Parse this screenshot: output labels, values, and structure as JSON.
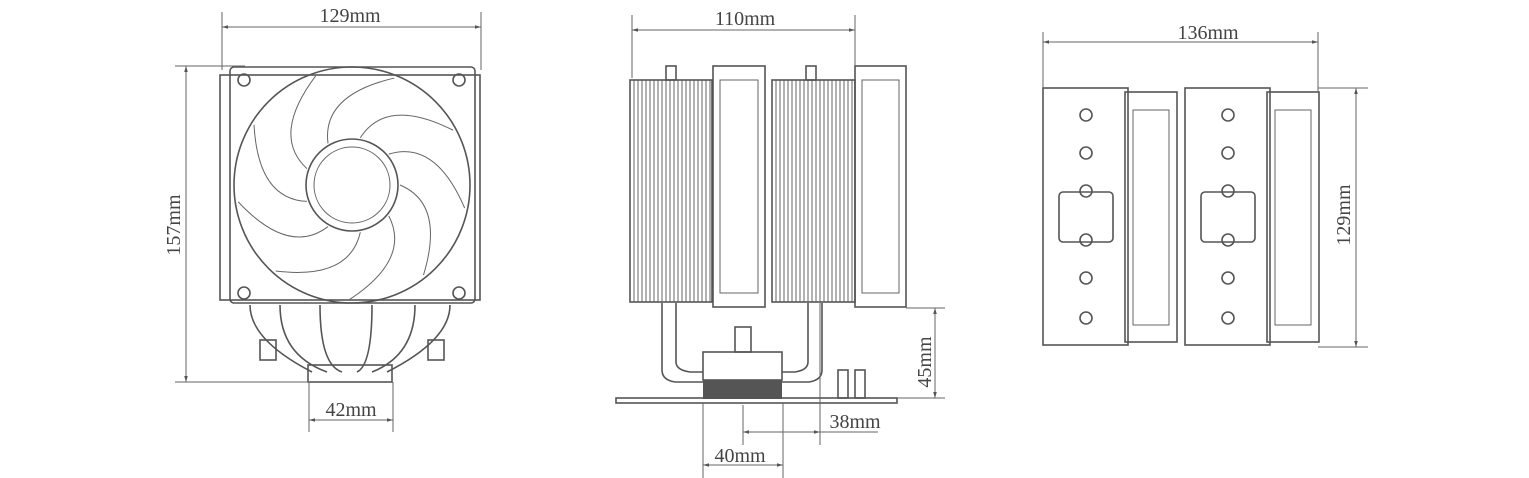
{
  "title": "CPU cooler dimension drawing",
  "views": {
    "front": {
      "width_label": "129mm",
      "height_label": "157mm",
      "base_label": "42mm"
    },
    "side": {
      "depth_label": "110mm",
      "clearance_label": "45mm",
      "offset_label": "38mm",
      "base_label": "40mm"
    },
    "top": {
      "length_label": "136mm",
      "width_label": "129mm"
    }
  },
  "colors": {
    "line": "#555555",
    "base_dark": "#555555"
  }
}
